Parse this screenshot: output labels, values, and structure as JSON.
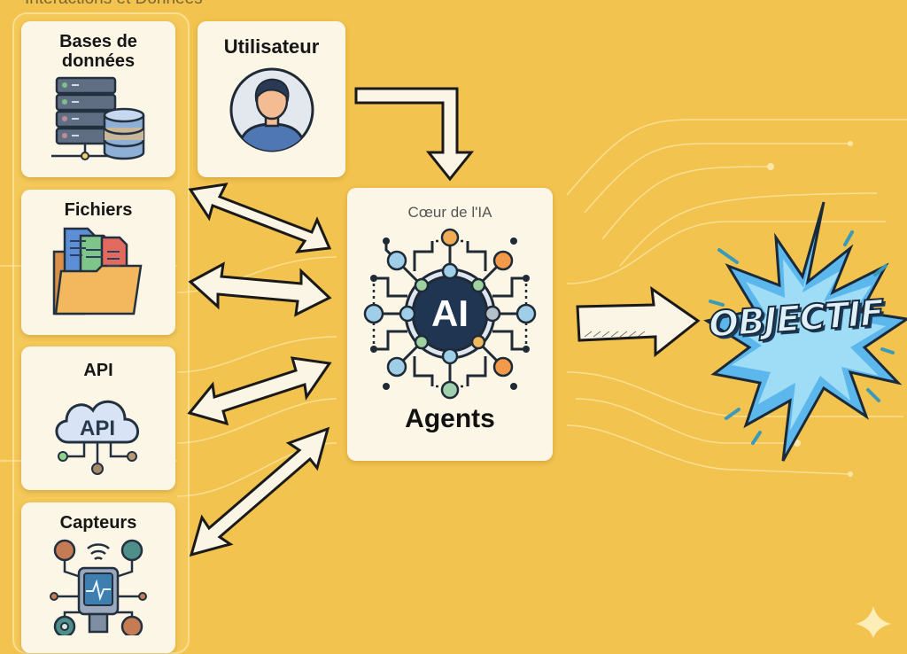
{
  "group": {
    "title": "Interactions et Données"
  },
  "sources": [
    {
      "id": "databases",
      "label": "Bases de données",
      "icon": "database-server-icon"
    },
    {
      "id": "files",
      "label": "Fichiers",
      "icon": "folder-files-icon"
    },
    {
      "id": "api",
      "label": "API",
      "icon": "api-cloud-icon",
      "icon_text": "API"
    },
    {
      "id": "sensors",
      "label": "Capteurs",
      "icon": "sensor-device-icon"
    }
  ],
  "user": {
    "label": "Utilisateur",
    "icon": "user-avatar-icon"
  },
  "core": {
    "subtitle": "Cœur de l'IA",
    "title": "Agents",
    "badge": "AI",
    "icon": "ai-network-icon"
  },
  "goal": {
    "label": "OBJECTIF",
    "icon": "burst-icon"
  },
  "colors": {
    "background": "#f3c34f",
    "card": "#fcf6e6",
    "arrow_fill": "#fbf5e6",
    "outline": "#1a1a1a",
    "burst_blue": "#4fb0e8",
    "ai_core": "#1f3552"
  }
}
